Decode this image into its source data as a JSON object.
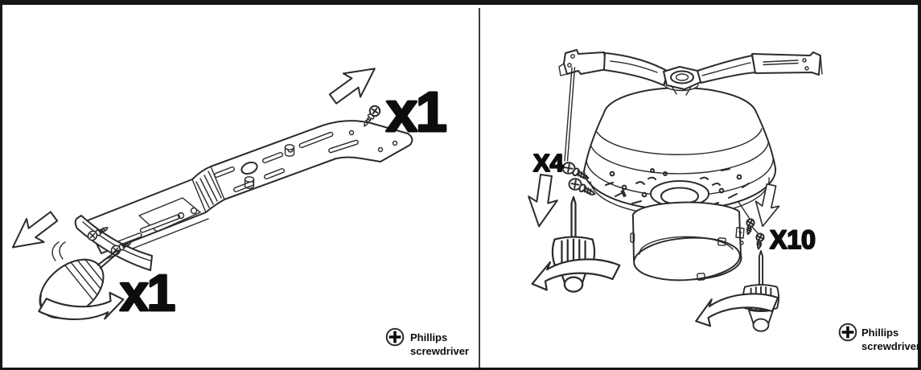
{
  "document": {
    "kind": "appliance installation manual step illustrations",
    "step_count": 2
  },
  "left_panel": {
    "labels": {
      "screw_qty_top": "x1",
      "screw_qty_bottom": "x1"
    },
    "tool_note": {
      "line1": "Phillips",
      "line2": "screwdriver"
    },
    "parts": [
      "mounting-bracket-plate",
      "screws",
      "screwdriver",
      "direction-arrows"
    ]
  },
  "right_panel": {
    "labels": {
      "screw_qty_left": "X4",
      "screw_qty_right": "X10"
    },
    "tool_note": {
      "line1": "Phillips",
      "line2": "screwdriver"
    },
    "parts": [
      "hanger-bracket",
      "fan-motor",
      "canopy",
      "screws",
      "screwdrivers",
      "direction-arrows"
    ]
  },
  "icons": {
    "phillips_head": "circle-with-cross"
  },
  "colors": {
    "line": "#2b2b2b",
    "text": "#0d0d0d",
    "background": "#ffffff",
    "border": "#161616"
  }
}
